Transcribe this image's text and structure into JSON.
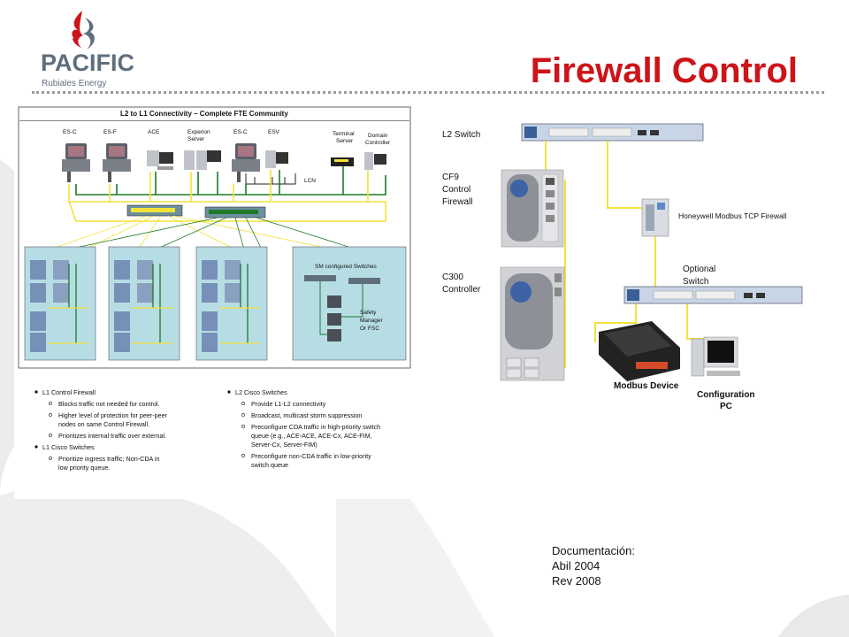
{
  "brand": {
    "name": "PACIFIC",
    "tagline": "Rubiales Energy"
  },
  "slide": {
    "title": "Firewall Control"
  },
  "left_diagram": {
    "title": "L2 to L1 Connectivity – Complete FTE Community",
    "nodes": {
      "esc1": "ES-C",
      "esf": "ES-F",
      "ace": "ACE",
      "exp1": "Experion",
      "exp2": "Server",
      "esc2": "ES-C",
      "esv": "ESV",
      "term1": "Terminal",
      "term2": "Server",
      "dom1": "Domain",
      "dom2": "Controller",
      "lcn": "LCN",
      "sm_switches": "SM configured Switches",
      "safety1": "Safety",
      "safety2": "Manager",
      "safety3": "Or FSC"
    },
    "notes_left": [
      {
        "level": 1,
        "text": "L1 Control Firewall"
      },
      {
        "level": 2,
        "text": "Blocks traffic not needed for control."
      },
      {
        "level": 2,
        "text": "Higher level of protection for peer-peer"
      },
      {
        "level": 3,
        "text": "nodes on same Control Firewall."
      },
      {
        "level": 2,
        "text": "Prioritizes internal traffic over external."
      },
      {
        "level": 1,
        "text": "L1 Cisco Switches"
      },
      {
        "level": 2,
        "text": "Prioritize ingress traffic; Non-CDA in"
      },
      {
        "level": 3,
        "text": "low priority queue."
      }
    ],
    "notes_right": [
      {
        "level": 1,
        "text": "L2 Cisco Switches"
      },
      {
        "level": 2,
        "text": "Provide L1-L2 connectivity"
      },
      {
        "level": 2,
        "text": "Broadcast, multicast storm suppression"
      },
      {
        "level": 2,
        "text": "Preconfigure CDA traffic in high-priority switch"
      },
      {
        "level": 3,
        "text": "queue (e.g., ACE-ACE, ACE-Cx, ACE-FIM,"
      },
      {
        "level": 3,
        "text": "Server-Cx, Server-FIM)"
      },
      {
        "level": 2,
        "text": "Preconfigure non-CDA traffic in low-priority"
      },
      {
        "level": 3,
        "text": "switch queue"
      }
    ]
  },
  "right_diagram": {
    "l2_switch": "L2 Switch",
    "cf9_1": "CF9",
    "cf9_2": "Control",
    "cf9_3": "Firewall",
    "c300_1": "C300",
    "c300_2": "Controller",
    "modbus_fw": "Honeywell Modbus TCP Firewall",
    "opt1": "Optional",
    "opt2": "Switch",
    "modbus_dev": "Modbus Device",
    "conf1": "Configuration",
    "conf2": "PC"
  },
  "documentation": {
    "label": "Documentación:",
    "line1": "Abil 2004",
    "line2": "Rev 2008"
  },
  "colors": {
    "title_red": "#cc1419",
    "logo_gray": "#5e6e7e",
    "cable_yellow": "#f2e33a",
    "cable_green": "#1e7a2a",
    "zone_fill": "#b7dde4"
  }
}
